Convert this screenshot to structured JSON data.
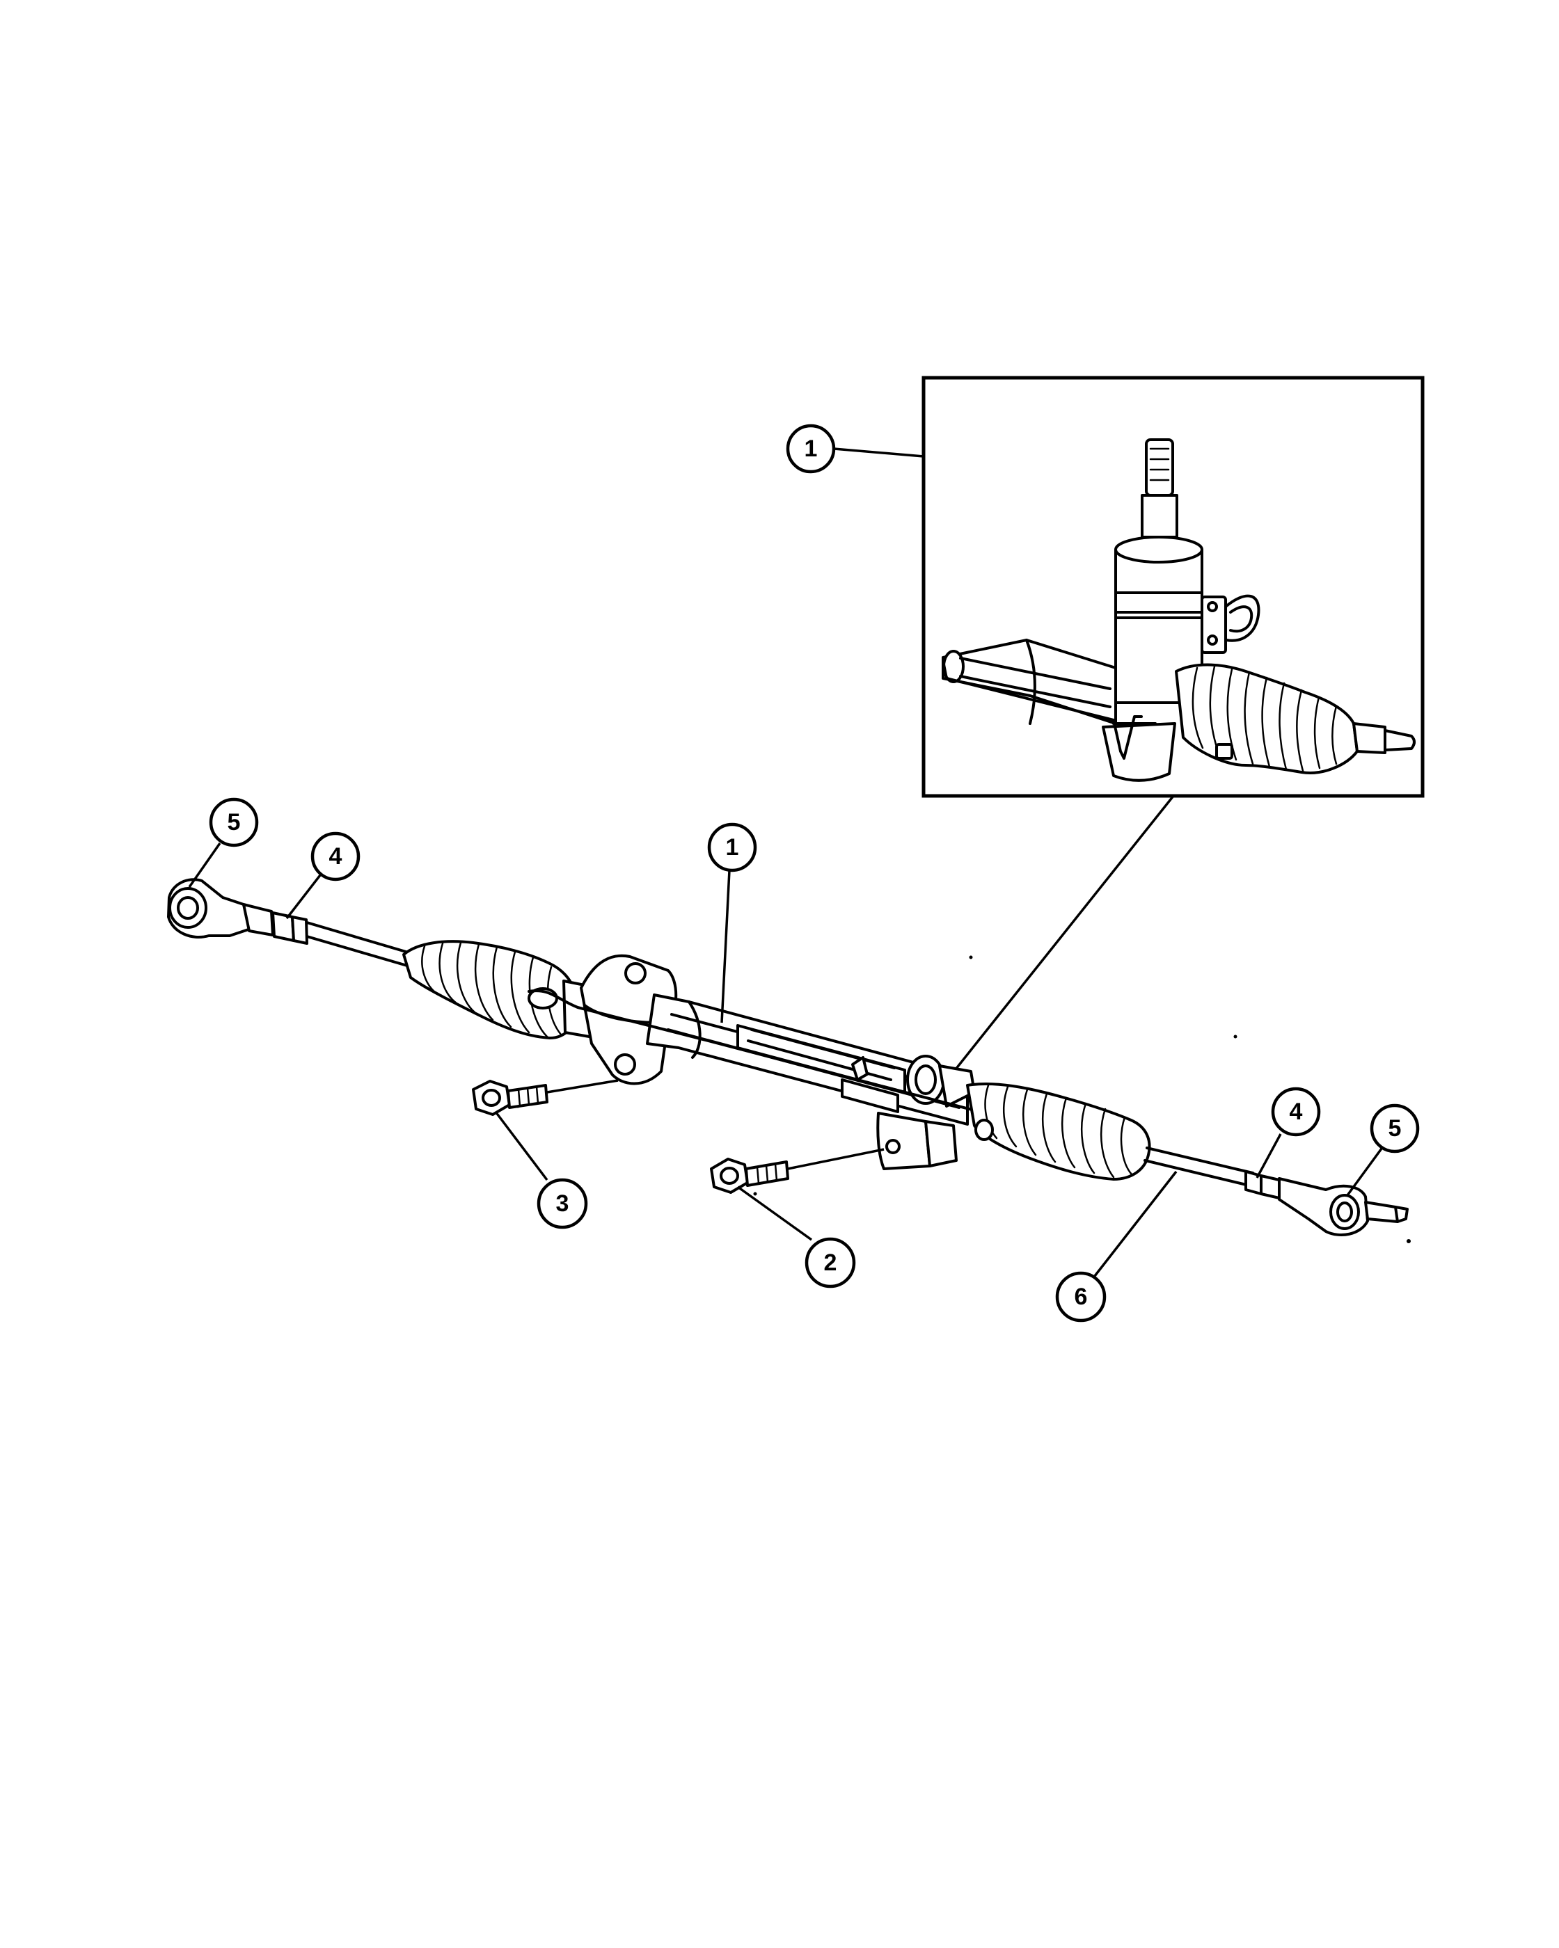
{
  "callouts": {
    "inset_1": "1",
    "rack_1": "1",
    "bolt_2": "2",
    "bolt_3": "3",
    "nut_4_left": "4",
    "nut_4_right": "4",
    "tie_rod_end_5_left": "5",
    "tie_rod_end_5_right": "5",
    "tie_rod_6": "6"
  }
}
